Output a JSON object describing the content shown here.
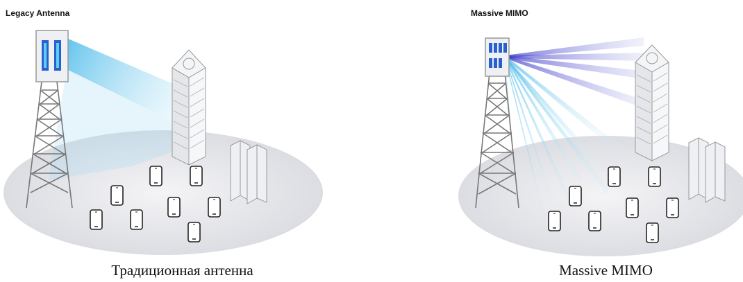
{
  "left": {
    "title": "Legacy Antenna",
    "caption": "Традиционная антенна",
    "beam_color": "#4fc3e8"
  },
  "right": {
    "title": "Massive MIMO",
    "caption": "Massive MIMO",
    "beam_color_top": "#3a3ac8",
    "beam_color_bottom": "#4fc3e8"
  },
  "icons": {
    "tower": "tower-icon",
    "building": "building-icon",
    "phone": "smartphone-icon"
  }
}
